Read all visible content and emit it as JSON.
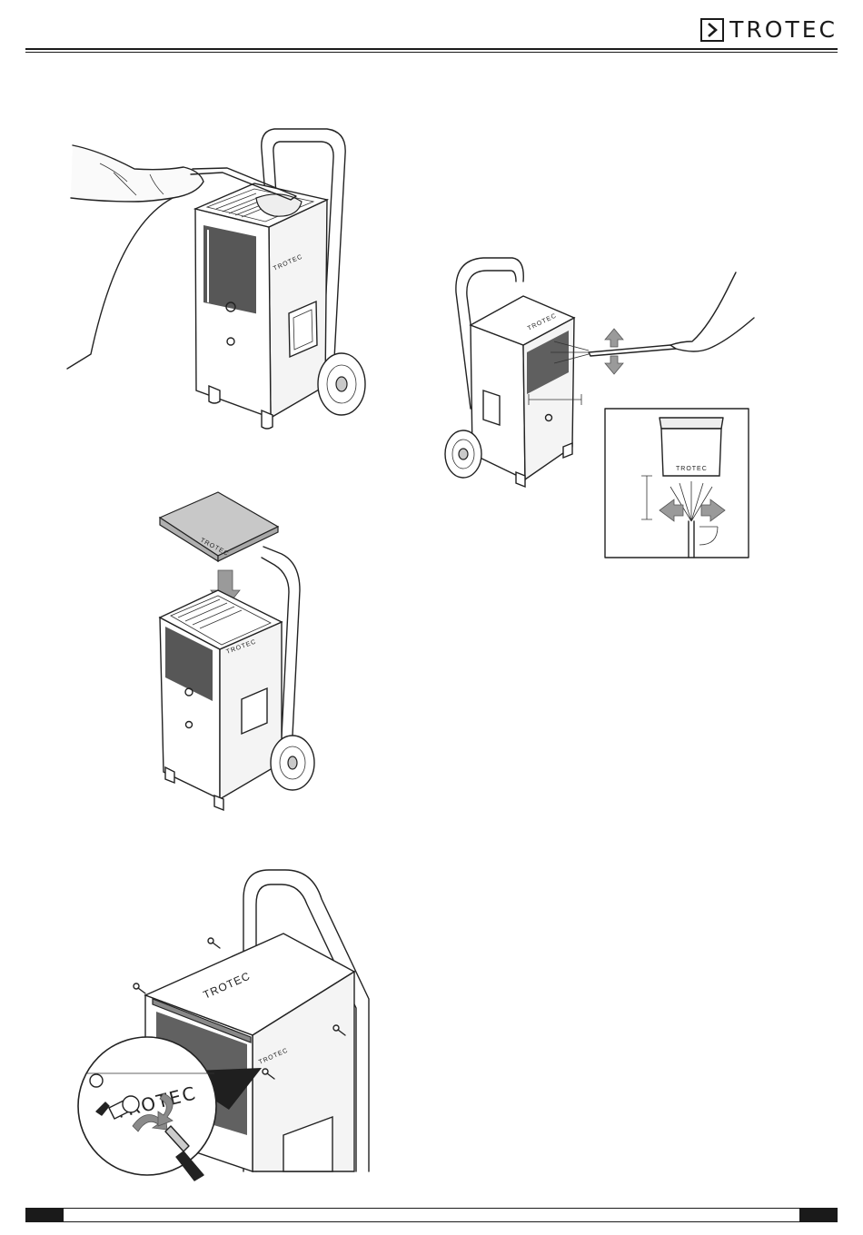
{
  "header": {
    "brand": "TROTEC",
    "logo_icon": "chevron-right-icon"
  },
  "figures": {
    "device_label": "TROTEC",
    "zoom_label": "TROTEC"
  },
  "footer": {
    "left_block": "",
    "right_block": ""
  },
  "colors": {
    "ink": "#1a1a1a",
    "arrow_fill": "#9a9a9a"
  }
}
